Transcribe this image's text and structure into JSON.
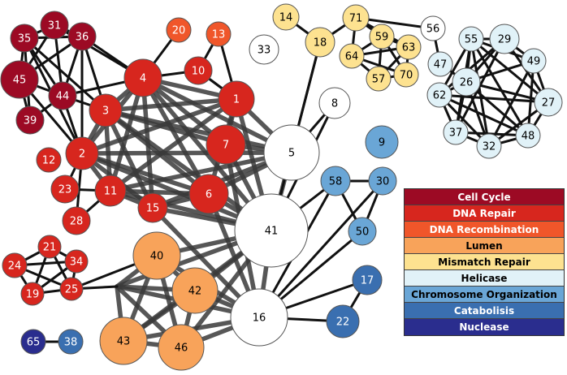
{
  "legend": [
    {
      "label": "Cell Cycle",
      "color": "#9c0a24",
      "text_color": "#ffffff"
    },
    {
      "label": "DNA Repair",
      "color": "#d7261e",
      "text_color": "#ffffff"
    },
    {
      "label": "DNA Recombination",
      "color": "#f0562a",
      "text_color": "#ffffff"
    },
    {
      "label": "Lumen",
      "color": "#f8a35a",
      "text_color": "#000000"
    },
    {
      "label": "Mismatch Repair",
      "color": "#fde290",
      "text_color": "#000000"
    },
    {
      "label": "Helicase",
      "color": "#e1f2f8",
      "text_color": "#000000"
    },
    {
      "label": "Chromosome Organization",
      "color": "#6aa6d6",
      "text_color": "#000000"
    },
    {
      "label": "Catabolisis",
      "color": "#3a6fb0",
      "text_color": "#ffffff"
    },
    {
      "label": "Nuclease",
      "color": "#2a2d8e",
      "text_color": "#ffffff"
    }
  ],
  "nodes": [
    {
      "id": "1",
      "category": "DNA Repair"
    },
    {
      "id": "2",
      "category": "DNA Repair"
    },
    {
      "id": "3",
      "category": "DNA Repair"
    },
    {
      "id": "4",
      "category": "DNA Repair"
    },
    {
      "id": "5",
      "category": "none"
    },
    {
      "id": "6",
      "category": "DNA Repair"
    },
    {
      "id": "7",
      "category": "DNA Repair"
    },
    {
      "id": "8",
      "category": "none"
    },
    {
      "id": "9",
      "category": "Chromosome Organization"
    },
    {
      "id": "10",
      "category": "DNA Repair"
    },
    {
      "id": "11",
      "category": "DNA Repair"
    },
    {
      "id": "12",
      "category": "DNA Repair"
    },
    {
      "id": "13",
      "category": "DNA Recombination"
    },
    {
      "id": "14",
      "category": "Mismatch Repair"
    },
    {
      "id": "15",
      "category": "DNA Repair"
    },
    {
      "id": "16",
      "category": "none"
    },
    {
      "id": "17",
      "category": "Catabolisis"
    },
    {
      "id": "18",
      "category": "Mismatch Repair"
    },
    {
      "id": "19",
      "category": "DNA Repair"
    },
    {
      "id": "20",
      "category": "DNA Recombination"
    },
    {
      "id": "21",
      "category": "DNA Repair"
    },
    {
      "id": "22",
      "category": "Catabolisis"
    },
    {
      "id": "23",
      "category": "DNA Repair"
    },
    {
      "id": "24",
      "category": "DNA Repair"
    },
    {
      "id": "25",
      "category": "DNA Repair"
    },
    {
      "id": "26",
      "category": "Helicase"
    },
    {
      "id": "27",
      "category": "Helicase"
    },
    {
      "id": "28",
      "category": "DNA Repair"
    },
    {
      "id": "29",
      "category": "Helicase"
    },
    {
      "id": "30",
      "category": "Chromosome Organization"
    },
    {
      "id": "31",
      "category": "Cell Cycle"
    },
    {
      "id": "32",
      "category": "Helicase"
    },
    {
      "id": "33",
      "category": "none"
    },
    {
      "id": "34",
      "category": "DNA Repair"
    },
    {
      "id": "35",
      "category": "Cell Cycle"
    },
    {
      "id": "36",
      "category": "Cell Cycle"
    },
    {
      "id": "37",
      "category": "Helicase"
    },
    {
      "id": "38",
      "category": "Catabolisis"
    },
    {
      "id": "39",
      "category": "Cell Cycle"
    },
    {
      "id": "40",
      "category": "Lumen"
    },
    {
      "id": "41",
      "category": "none"
    },
    {
      "id": "42",
      "category": "Lumen"
    },
    {
      "id": "43",
      "category": "Lumen"
    },
    {
      "id": "44",
      "category": "Cell Cycle"
    },
    {
      "id": "45",
      "category": "Cell Cycle"
    },
    {
      "id": "46",
      "category": "Lumen"
    },
    {
      "id": "47",
      "category": "Helicase"
    },
    {
      "id": "48",
      "category": "Helicase"
    },
    {
      "id": "49",
      "category": "Helicase"
    },
    {
      "id": "50",
      "category": "Chromosome Organization"
    },
    {
      "id": "55",
      "category": "Helicase"
    },
    {
      "id": "56",
      "category": "none"
    },
    {
      "id": "57",
      "category": "Mismatch Repair"
    },
    {
      "id": "58",
      "category": "Chromosome Organization"
    },
    {
      "id": "59",
      "category": "Mismatch Repair"
    },
    {
      "id": "62",
      "category": "Helicase"
    },
    {
      "id": "63",
      "category": "Mismatch Repair"
    },
    {
      "id": "64",
      "category": "Mismatch Repair"
    },
    {
      "id": "65",
      "category": "Nuclease"
    },
    {
      "id": "70",
      "category": "Mismatch Repair"
    },
    {
      "id": "71",
      "category": "Mismatch Repair"
    }
  ],
  "edges": [
    [
      "31",
      "35"
    ],
    [
      "31",
      "36"
    ],
    [
      "31",
      "45"
    ],
    [
      "31",
      "44"
    ],
    [
      "35",
      "36"
    ],
    [
      "35",
      "45"
    ],
    [
      "35",
      "44"
    ],
    [
      "35",
      "39"
    ],
    [
      "36",
      "45"
    ],
    [
      "36",
      "44"
    ],
    [
      "36",
      "4"
    ],
    [
      "36",
      "3"
    ],
    [
      "45",
      "44"
    ],
    [
      "45",
      "39"
    ],
    [
      "44",
      "39"
    ],
    [
      "44",
      "3"
    ],
    [
      "44",
      "2"
    ],
    [
      "45",
      "2"
    ],
    [
      "35",
      "2"
    ],
    [
      "36",
      "2"
    ],
    [
      "31",
      "4"
    ],
    [
      "35",
      "3"
    ],
    [
      "44",
      "4"
    ],
    [
      "20",
      "4"
    ],
    [
      "13",
      "1"
    ],
    [
      "13",
      "10"
    ],
    [
      "4",
      "3"
    ],
    [
      "4",
      "2"
    ],
    [
      "4",
      "1"
    ],
    [
      "4",
      "10"
    ],
    [
      "4",
      "7"
    ],
    [
      "4",
      "6"
    ],
    [
      "4",
      "11"
    ],
    [
      "4",
      "15"
    ],
    [
      "4",
      "5"
    ],
    [
      "4",
      "41"
    ],
    [
      "3",
      "2"
    ],
    [
      "3",
      "11"
    ],
    [
      "3",
      "1"
    ],
    [
      "3",
      "7"
    ],
    [
      "3",
      "6"
    ],
    [
      "3",
      "15"
    ],
    [
      "3",
      "5"
    ],
    [
      "3",
      "41"
    ],
    [
      "2",
      "23"
    ],
    [
      "2",
      "28"
    ],
    [
      "2",
      "11"
    ],
    [
      "2",
      "15"
    ],
    [
      "2",
      "6"
    ],
    [
      "2",
      "1"
    ],
    [
      "2",
      "41"
    ],
    [
      "2",
      "5"
    ],
    [
      "23",
      "11"
    ],
    [
      "28",
      "11"
    ],
    [
      "11",
      "15"
    ],
    [
      "11",
      "6"
    ],
    [
      "11",
      "41"
    ],
    [
      "11",
      "1"
    ],
    [
      "11",
      "5"
    ],
    [
      "15",
      "6"
    ],
    [
      "15",
      "41"
    ],
    [
      "15",
      "5"
    ],
    [
      "15",
      "16"
    ],
    [
      "1",
      "7"
    ],
    [
      "1",
      "5"
    ],
    [
      "1",
      "41"
    ],
    [
      "1",
      "6"
    ],
    [
      "1",
      "10"
    ],
    [
      "7",
      "5"
    ],
    [
      "7",
      "41"
    ],
    [
      "6",
      "41"
    ],
    [
      "6",
      "5"
    ],
    [
      "6",
      "16"
    ],
    [
      "7",
      "16"
    ],
    [
      "10",
      "1"
    ],
    [
      "5",
      "41"
    ],
    [
      "5",
      "8"
    ],
    [
      "5",
      "18"
    ],
    [
      "8",
      "41"
    ],
    [
      "41",
      "16"
    ],
    [
      "41",
      "40"
    ],
    [
      "41",
      "42"
    ],
    [
      "41",
      "66"
    ],
    [
      "41",
      "43"
    ],
    [
      "41",
      "46"
    ],
    [
      "41",
      "58"
    ],
    [
      "16",
      "40"
    ],
    [
      "16",
      "42"
    ],
    [
      "16",
      "66"
    ],
    [
      "16",
      "43"
    ],
    [
      "16",
      "46"
    ],
    [
      "16",
      "58"
    ],
    [
      "16",
      "30"
    ],
    [
      "16",
      "50"
    ],
    [
      "16",
      "17"
    ],
    [
      "16",
      "22"
    ],
    [
      "22",
      "17"
    ],
    [
      "58",
      "30"
    ],
    [
      "58",
      "50"
    ],
    [
      "30",
      "50"
    ],
    [
      "40",
      "42"
    ],
    [
      "40",
      "66"
    ],
    [
      "40",
      "43"
    ],
    [
      "40",
      "46"
    ],
    [
      "66",
      "42"
    ],
    [
      "66",
      "43"
    ],
    [
      "66",
      "46"
    ],
    [
      "42",
      "43"
    ],
    [
      "42",
      "46"
    ],
    [
      "43",
      "46"
    ],
    [
      "25",
      "66"
    ],
    [
      "25",
      "40"
    ],
    [
      "25",
      "21"
    ],
    [
      "25",
      "34"
    ],
    [
      "25",
      "24"
    ],
    [
      "25",
      "19"
    ],
    [
      "21",
      "34"
    ],
    [
      "21",
      "24"
    ],
    [
      "21",
      "19"
    ],
    [
      "34",
      "24"
    ],
    [
      "34",
      "19"
    ],
    [
      "24",
      "19"
    ],
    [
      "65",
      "38"
    ],
    [
      "14",
      "18"
    ],
    [
      "18",
      "71"
    ],
    [
      "18",
      "41"
    ],
    [
      "71",
      "59"
    ],
    [
      "71",
      "63"
    ],
    [
      "71",
      "64"
    ],
    [
      "71",
      "56"
    ],
    [
      "59",
      "63"
    ],
    [
      "59",
      "64"
    ],
    [
      "59",
      "57"
    ],
    [
      "59",
      "70"
    ],
    [
      "63",
      "64"
    ],
    [
      "63",
      "57"
    ],
    [
      "63",
      "70"
    ],
    [
      "64",
      "57"
    ],
    [
      "64",
      "70"
    ],
    [
      "57",
      "70"
    ],
    [
      "56",
      "47"
    ],
    [
      "55",
      "29"
    ],
    [
      "55",
      "26"
    ],
    [
      "55",
      "62"
    ],
    [
      "55",
      "49"
    ],
    [
      "55",
      "27"
    ],
    [
      "55",
      "48"
    ],
    [
      "55",
      "32"
    ],
    [
      "55",
      "37"
    ],
    [
      "29",
      "26"
    ],
    [
      "29",
      "49"
    ],
    [
      "29",
      "27"
    ],
    [
      "29",
      "62"
    ],
    [
      "29",
      "37"
    ],
    [
      "26",
      "62"
    ],
    [
      "26",
      "49"
    ],
    [
      "26",
      "27"
    ],
    [
      "26",
      "48"
    ],
    [
      "26",
      "32"
    ],
    [
      "26",
      "37"
    ],
    [
      "62",
      "37"
    ],
    [
      "62",
      "32"
    ],
    [
      "62",
      "48"
    ],
    [
      "62",
      "27"
    ],
    [
      "49",
      "27"
    ],
    [
      "49",
      "48"
    ],
    [
      "49",
      "32"
    ],
    [
      "27",
      "48"
    ],
    [
      "27",
      "32"
    ],
    [
      "48",
      "32"
    ],
    [
      "48",
      "37"
    ],
    [
      "37",
      "32"
    ],
    [
      "47",
      "26"
    ]
  ]
}
